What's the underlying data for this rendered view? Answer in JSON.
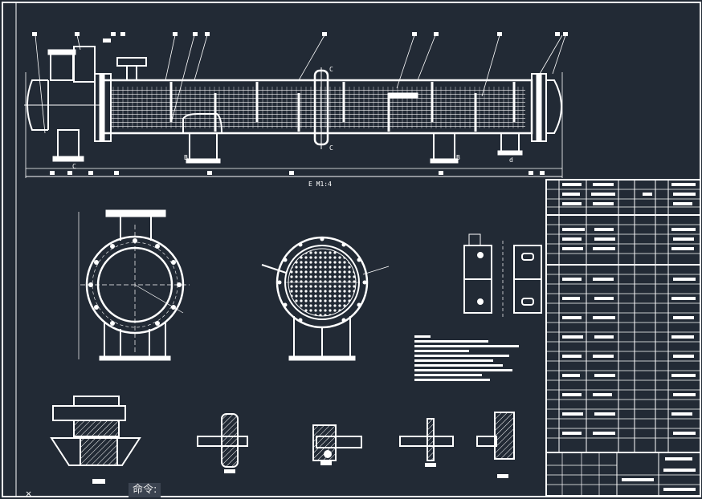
{
  "command_line": {
    "prompt": "命令:"
  },
  "drawing": {
    "main_view_label": "E M1:4",
    "nozzle_c_top": "C",
    "nozzle_c_bottom": "C",
    "section_b_left": "B",
    "section_b_right": "B",
    "detail_c_label": "C",
    "detail_d_label": "d"
  },
  "ucs_icon": "ucs-axis-icon",
  "colors": {
    "background": "#222a35",
    "lines": "#ffffff",
    "command_bg": "#3b4350"
  }
}
